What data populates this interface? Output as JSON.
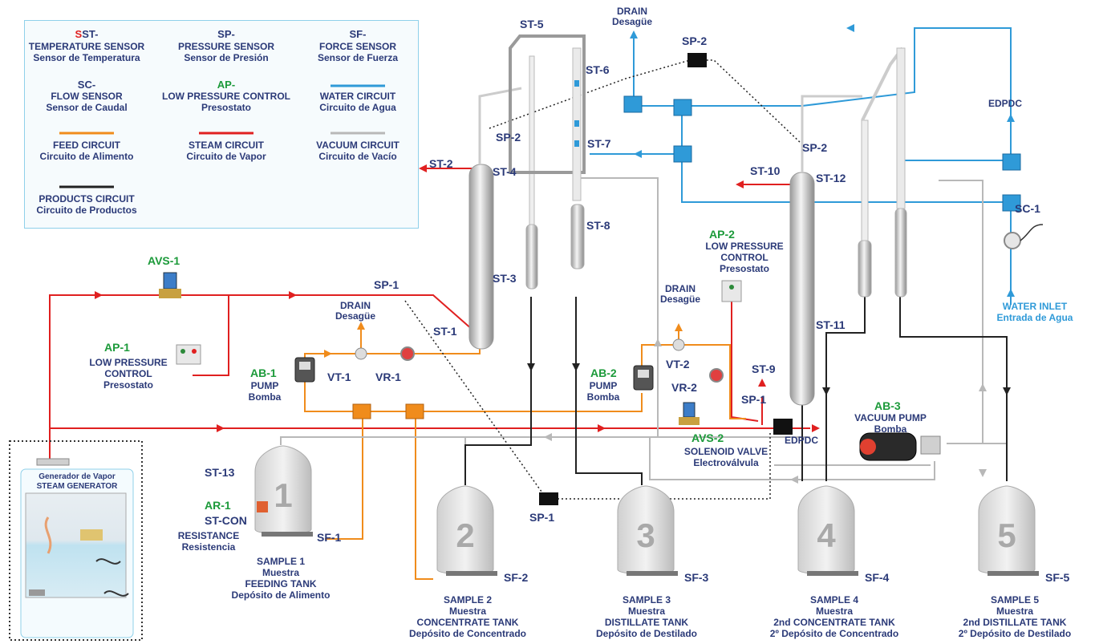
{
  "colors": {
    "water": "#2f9ad8",
    "feed": "#f08c1c",
    "steam": "#e02020",
    "vacuum": "#b8b8b8",
    "products": "#222222",
    "label": "#2b3a78"
  },
  "legend": {
    "st": {
      "code": "ST-",
      "en": "TEMPERATURE SENSOR",
      "es": "Sensor de Temperatura"
    },
    "sp": {
      "code": "SP-",
      "en": "PRESSURE SENSOR",
      "es": "Sensor de Presión"
    },
    "sf": {
      "code": "SF-",
      "en": "FORCE SENSOR",
      "es": "Sensor de Fuerza"
    },
    "sc": {
      "code": "SC-",
      "en": "FLOW SENSOR",
      "es": "Sensor de Caudal"
    },
    "ap": {
      "code": "AP-",
      "en": "LOW PRESSURE CONTROL",
      "es": "Presostato"
    },
    "water": {
      "en": "WATER CIRCUIT",
      "es": "Circuito de Agua"
    },
    "feed": {
      "en": "FEED CIRCUIT",
      "es": "Circuito de Alimento"
    },
    "steam": {
      "en": "STEAM CIRCUIT",
      "es": "Circuito de Vapor"
    },
    "vacuum": {
      "en": "VACUUM CIRCUIT",
      "es": "Circuito de Vacío"
    },
    "products": {
      "en": "PRODUCTS CIRCUIT",
      "es": "Circuito de Productos"
    }
  },
  "tags": {
    "st1": "ST-1",
    "st2": "ST-2",
    "st3": "ST-3",
    "st4": "ST-4",
    "st5": "ST-5",
    "st6": "ST-6",
    "st7": "ST-7",
    "st8": "ST-8",
    "st9": "ST-9",
    "st10": "ST-10",
    "st11": "ST-11",
    "st12": "ST-12",
    "st13": "ST-13",
    "stcon": "ST-CON",
    "sp1a": "SP-1",
    "sp1b": "SP-1",
    "sp1c": "SP-1",
    "sp2a": "SP-2",
    "sp2b": "SP-2",
    "sp2c": "SP-2",
    "sf1": "SF-1",
    "sf2": "SF-2",
    "sf3": "SF-3",
    "sf4": "SF-4",
    "sf5": "SF-5",
    "sc1": "SC-1",
    "avs1": "AVS-1",
    "avs2": "AVS-2",
    "ap1": "AP-1",
    "ap2": "AP-2",
    "ar1": "AR-1",
    "ab1": "AB-1",
    "ab2": "AB-2",
    "ab3": "AB-3",
    "vt1": "VT-1",
    "vt2": "VT-2",
    "vr1": "VR-1",
    "vr2": "VR-2",
    "edpdc1": "EDPDC",
    "edpdc2": "EDPDC"
  },
  "labels": {
    "drain_en": "DRAIN",
    "drain_es": "Desagüe",
    "lpc1": "LOW PRESSURE",
    "lpc2": "CONTROL",
    "presostato": "Presostato",
    "pump": "PUMP",
    "bomba": "Bomba",
    "vacuum_pump": "VACUUM PUMP",
    "resistance": "RESISTANCE",
    "resistencia": "Resistencia",
    "solenoid": "SOLENOID VALVE",
    "electrovalvula": "Electroválvula",
    "water_inlet": "WATER INLET",
    "entrada": "Entrada de Agua",
    "sg_es": "Generador de Vapor",
    "sg_en": "STEAM GENERATOR"
  },
  "tanks": [
    {
      "num": "1",
      "l1": "SAMPLE 1",
      "l2": "Muestra",
      "l3": "FEEDING TANK",
      "l4": "Depósito de Alimento"
    },
    {
      "num": "2",
      "l1": "SAMPLE 2",
      "l2": "Muestra",
      "l3": "CONCENTRATE TANK",
      "l4": "Depósito de Concentrado"
    },
    {
      "num": "3",
      "l1": "SAMPLE 3",
      "l2": "Muestra",
      "l3": "DISTILLATE TANK",
      "l4": "Depósito de Destilado"
    },
    {
      "num": "4",
      "l1": "SAMPLE 4",
      "l2": "Muestra",
      "l3": "2nd CONCENTRATE TANK",
      "l4": "2º Depósito de Concentrado"
    },
    {
      "num": "5",
      "l1": "SAMPLE 5",
      "l2": "Muestra",
      "l3": "2nd DISTILLATE TANK",
      "l4": "2º Depósito de Destilado"
    }
  ]
}
